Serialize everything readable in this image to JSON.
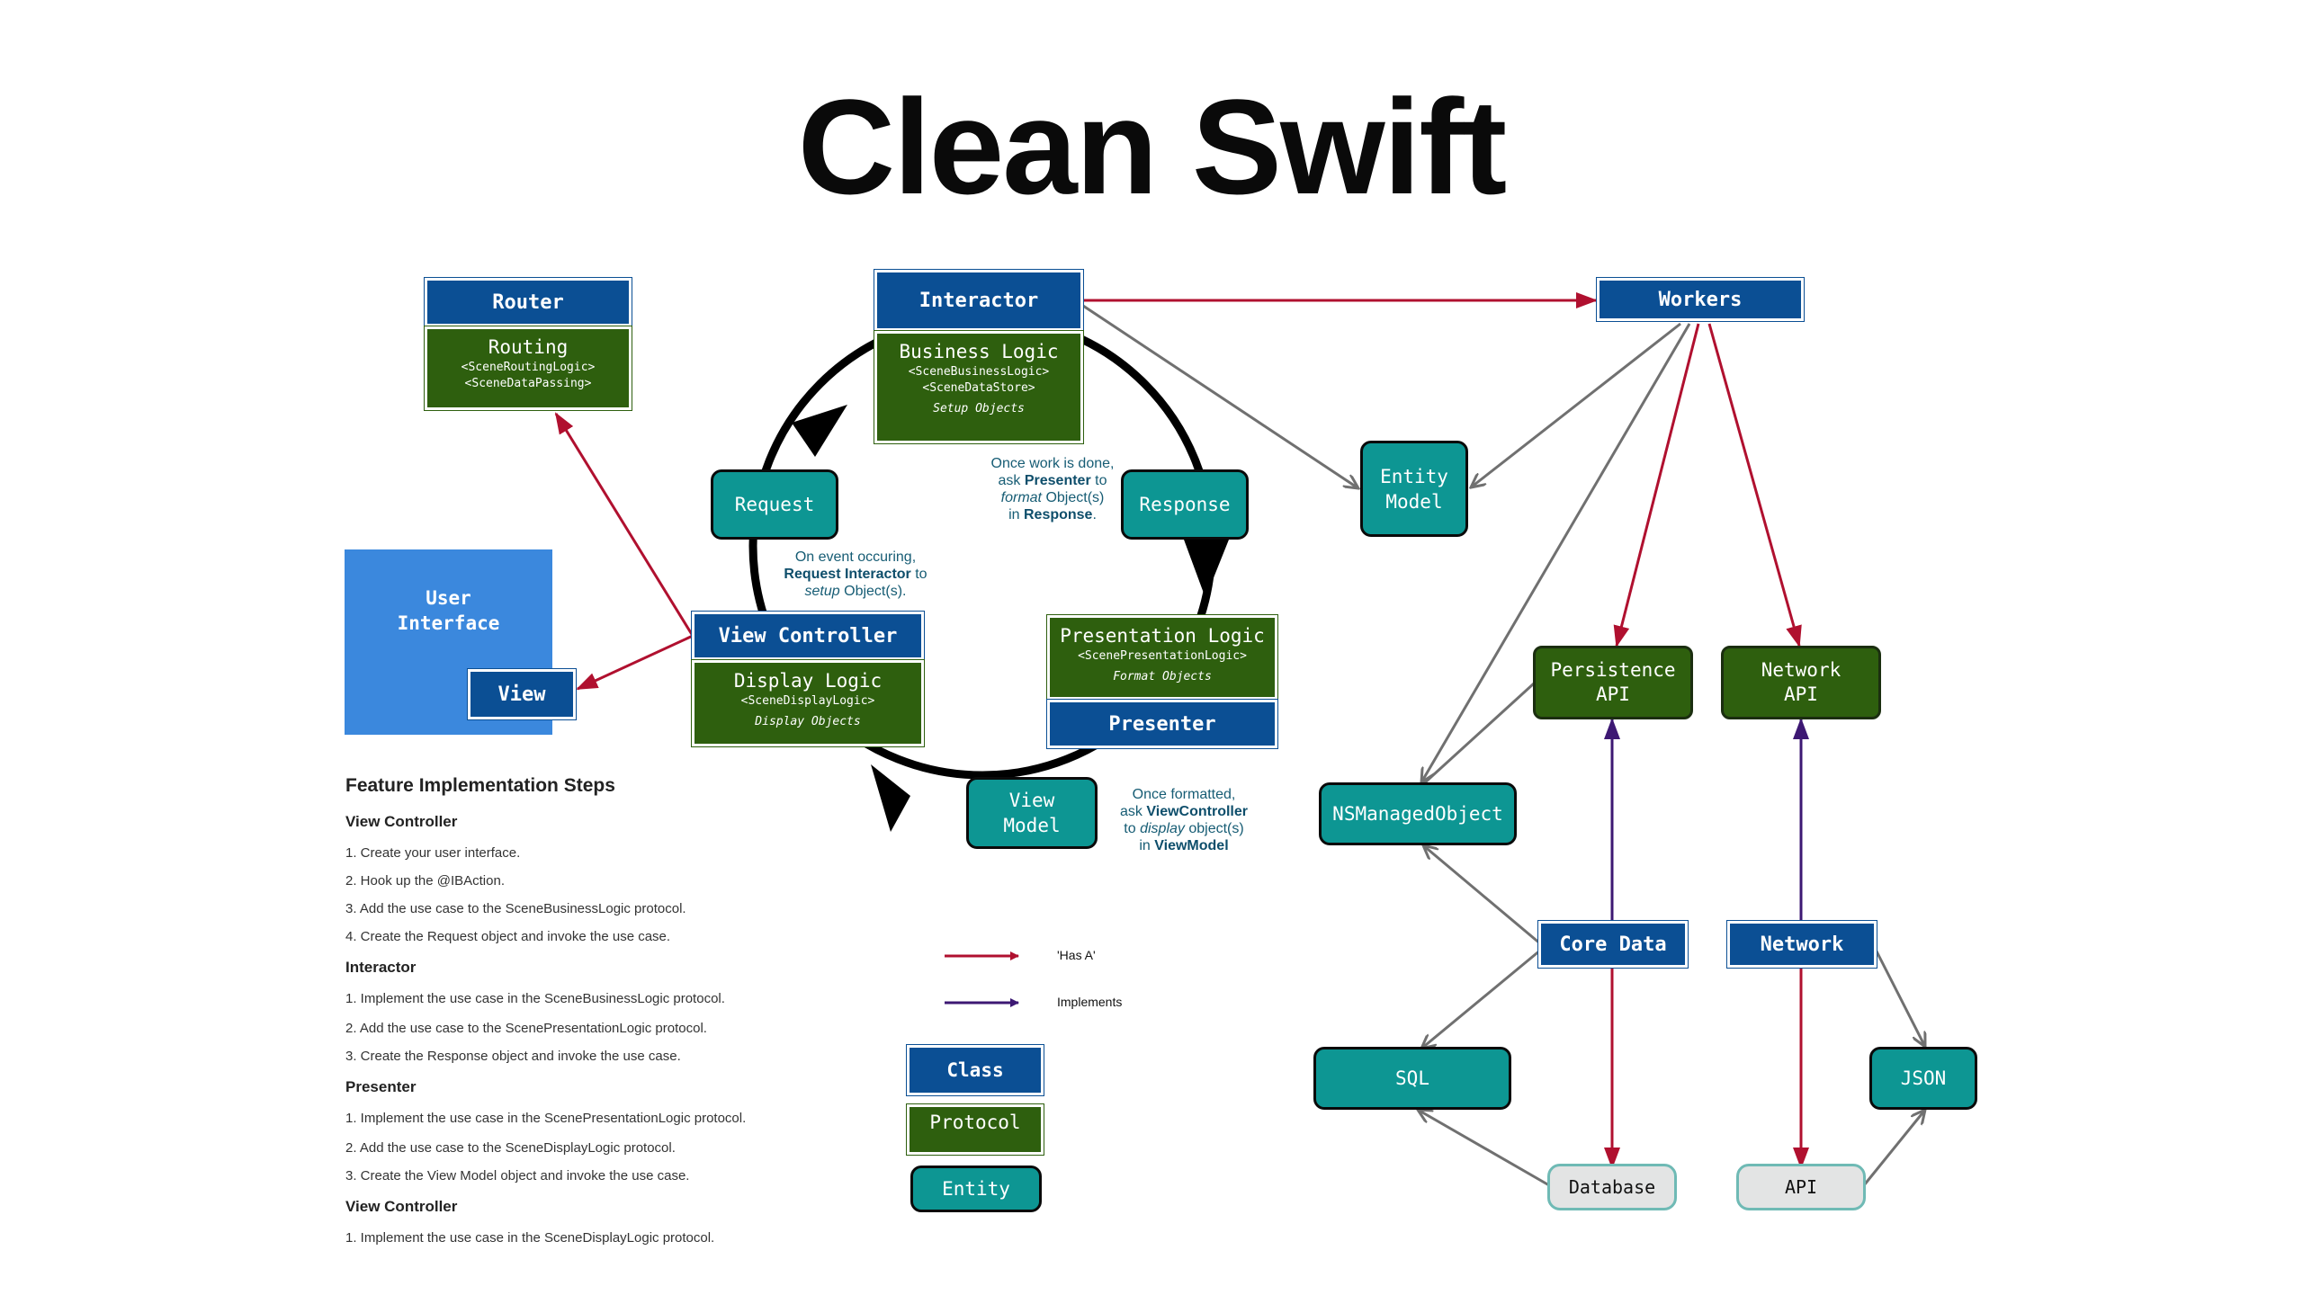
{
  "title": "Clean Swift",
  "router": {
    "class": "Router",
    "protocol": "Routing",
    "protocols": [
      "<SceneRoutingLogic>",
      "<SceneDataPassing>"
    ]
  },
  "interactor": {
    "class": "Interactor",
    "protocol": "Business Logic",
    "protocols": [
      "<SceneBusinessLogic>",
      "<SceneDataStore>"
    ],
    "objects": "Setup Objects"
  },
  "workers": "Workers",
  "entity_model": "Entity\nModel",
  "request": "Request",
  "response": "Response",
  "user_interface": "User\nInterface",
  "view": "View",
  "view_controller": {
    "class": "View Controller",
    "protocol": "Display Logic",
    "protocols": [
      "<SceneDisplayLogic>"
    ],
    "objects": "Display Objects"
  },
  "presenter": {
    "class": "Presenter",
    "protocol": "Presentation Logic",
    "protocols": [
      "<ScenePresentationLogic>"
    ],
    "objects": "Format Objects"
  },
  "view_model": "View\nModel",
  "notes": {
    "response": [
      "Once work is done,",
      "ask ",
      "Presenter",
      " to",
      "format",
      " Object(s)",
      "in ",
      "Response",
      "."
    ],
    "request": [
      "On event occuring,",
      "Request Interactor",
      " to",
      "setup",
      " Object(s)."
    ],
    "viewmodel": [
      "Once formatted,",
      "ask ",
      "ViewController",
      "to ",
      "display",
      " object(s)",
      "in ",
      "ViewModel"
    ]
  },
  "persistence_api": "Persistence\nAPI",
  "network_api": "Network\nAPI",
  "nsmanagedobject": "NSManagedObject",
  "core_data": "Core Data",
  "network": "Network",
  "sql": "SQL",
  "json": "JSON",
  "database": "Database",
  "api": "API",
  "legend": {
    "has_a": "'Has A'",
    "implements": "Implements",
    "class": "Class",
    "protocol": "Protocol",
    "entity": "Entity"
  },
  "colors": {
    "has_a": "#b0102f",
    "implements": "#3d1873",
    "class": "#0b4f94",
    "protocol": "#2e5f0e",
    "entity": "#0d9693",
    "ui": "#3b88dd"
  },
  "steps": {
    "heading": "Feature Implementation Steps",
    "sections": [
      {
        "title": "View Controller",
        "items": [
          "1. Create your user interface.",
          "2. Hook up the @IBAction.",
          "3. Add the use case to the SceneBusinessLogic protocol.",
          "4. Create the Request object and invoke the use case."
        ]
      },
      {
        "title": "Interactor",
        "items": [
          "1. Implement the use case in the SceneBusinessLogic protocol.",
          "2. Add the use case to the ScenePresentationLogic protocol.",
          "3. Create the Response object and invoke the use case."
        ]
      },
      {
        "title": "Presenter",
        "items": [
          "1. Implement the use case in the ScenePresentationLogic protocol.",
          "2. Add the use case to the SceneDisplayLogic protocol.",
          "3. Create the View Model object and invoke the use case."
        ]
      },
      {
        "title": "View Controller",
        "items": [
          "1. Implement the use case in the SceneDisplayLogic protocol."
        ]
      }
    ]
  }
}
